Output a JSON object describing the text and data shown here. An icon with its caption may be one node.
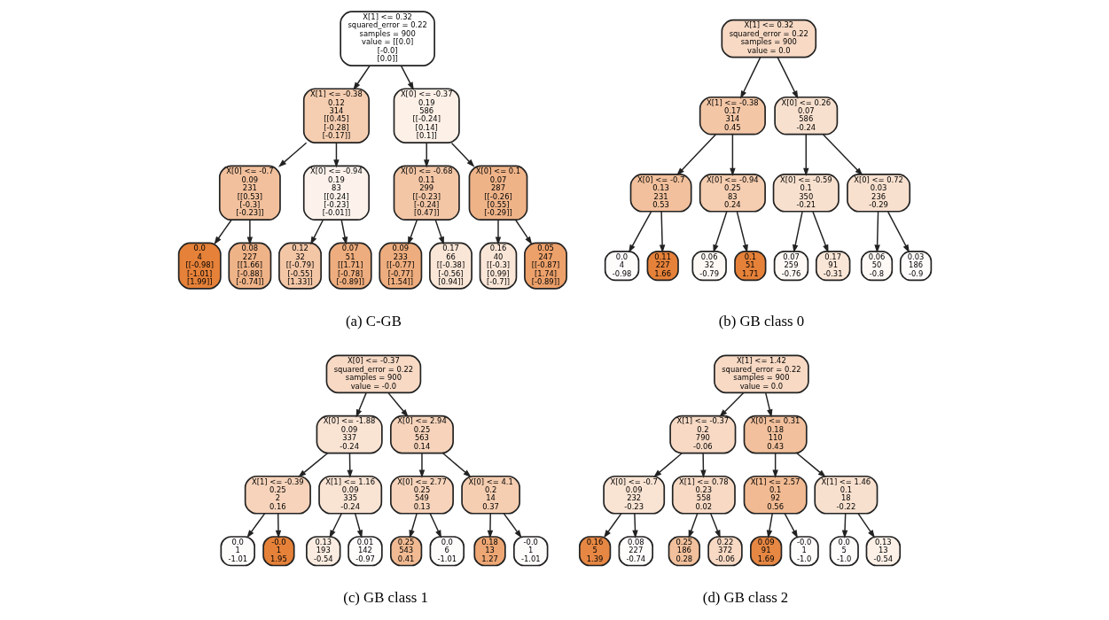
{
  "diagram": {
    "nodes": [
      {
        "text": [
          "X[1] <= 0.32",
          "squared_error = 0.22",
          "samples = 900",
          "value = [[0.0]",
          "[-0.0]",
          "[0.0]]"
        ]
      },
      {
        "text": [
          "X[1] <= -0.38",
          "0.12",
          "314",
          "[[0.45]",
          "[-0.28]",
          "[-0.17]]"
        ]
      },
      {
        "text": [
          "X[0] <= -0.37",
          "0.19",
          "586",
          "[[-0.24]",
          "[0.14]",
          "[0.1]]"
        ]
      },
      {
        "text": [
          "X[0] <= -0.7",
          "0.09",
          "231",
          "[[0.53]",
          "[-0.3]",
          "[-0.23]]"
        ]
      },
      {
        "text": [
          "X[0] <= -0.94",
          "0.19",
          "83",
          "[[0.24]",
          "[-0.23]",
          "[-0.01]]"
        ]
      },
      {
        "text": [
          "X[0] <= -0.68",
          "0.11",
          "299",
          "[[-0.23]",
          "[-0.24]",
          "[0.47]]"
        ]
      },
      {
        "text": [
          "X[0] <= 0.1",
          "0.07",
          "287",
          "[[-0.26]",
          "[0.55]",
          "[-0.29]]"
        ]
      },
      {
        "text": [
          "0.0",
          "4",
          "[[-0.98]",
          "[-1.01]",
          "[1.99]]"
        ]
      },
      {
        "text": [
          "0.08",
          "227",
          "[[1.66]",
          "[-0.88]",
          "[-0.74]]"
        ]
      },
      {
        "text": [
          "0.12",
          "32",
          "[[-0.79]",
          "[-0.55]",
          "[1.33]]"
        ]
      },
      {
        "text": [
          "0.07",
          "51",
          "[[1.71]",
          "[-0.78]",
          "[-0.89]]"
        ]
      },
      {
        "text": [
          "0.09",
          "233",
          "[[-0.77]",
          "[-0.77]",
          "[1.54]]"
        ]
      },
      {
        "text": [
          "0.17",
          "66",
          "[[-0.38]",
          "[-0.56]",
          "[0.94]]"
        ]
      },
      {
        "text": [
          "0.16",
          "40",
          "[[-0.3]",
          "[0.99]",
          "[-0.7]]"
        ]
      },
      {
        "text": [
          "0.05",
          "247",
          "[[-0.87]",
          "[1.74]",
          "[-0.89]]"
        ]
      },
      {
        "text": [
          "X[1] <= 0.32",
          "squared_error = 0.22",
          "samples = 900",
          "value = 0.0"
        ]
      },
      {
        "text": [
          "X[1] <= -0.38",
          "0.17",
          "314",
          "0.45"
        ]
      },
      {
        "text": [
          "X[0] <= 0.26",
          "0.07",
          "586",
          "-0.24"
        ]
      },
      {
        "text": [
          "X[0] <= -0.7",
          "0.13",
          "231",
          "0.53"
        ]
      },
      {
        "text": [
          "X[0] <= -0.94",
          "0.25",
          "83",
          "0.24"
        ]
      },
      {
        "text": [
          "X[0] <= -0.59",
          "0.1",
          "350",
          "-0.21"
        ]
      },
      {
        "text": [
          "X[0] <= 0.72",
          "0.03",
          "236",
          "-0.29"
        ]
      },
      {
        "text": [
          "0.0",
          "4",
          "-0.98"
        ]
      },
      {
        "text": [
          "0.11",
          "227",
          "1.66"
        ]
      },
      {
        "text": [
          "0.06",
          "32",
          "-0.79"
        ]
      },
      {
        "text": [
          "0.1",
          "51",
          "1.71"
        ]
      },
      {
        "text": [
          "0.07",
          "259",
          "-0.76"
        ]
      },
      {
        "text": [
          "0.17",
          "91",
          "-0.31"
        ]
      },
      {
        "text": [
          "0.06",
          "50",
          "-0.8"
        ]
      },
      {
        "text": [
          "0.03",
          "186",
          "-0.9"
        ]
      },
      {
        "text": [
          "X[0] <= -0.37",
          "squared_error = 0.22",
          "samples = 900",
          "value = -0.0"
        ]
      },
      {
        "text": [
          "X[0] <= -1.88",
          "0.09",
          "337",
          "-0.24"
        ]
      },
      {
        "text": [
          "X[0] <= 2.94",
          "0.25",
          "563",
          "0.14"
        ]
      },
      {
        "text": [
          "X[1] <= -0.39",
          "0.25",
          "2",
          "0.16"
        ]
      },
      {
        "text": [
          "X[1] <= 1.16",
          "0.09",
          "335",
          "-0.24"
        ]
      },
      {
        "text": [
          "X[0] <= 2.77",
          "0.25",
          "549",
          "0.13"
        ]
      },
      {
        "text": [
          "X[0] <= 4.1",
          "0.2",
          "14",
          "0.37"
        ]
      },
      {
        "text": [
          "0.0",
          "1",
          "-1.01"
        ]
      },
      {
        "text": [
          "-0.0",
          "1",
          "1.95"
        ]
      },
      {
        "text": [
          "0.13",
          "193",
          "-0.54"
        ]
      },
      {
        "text": [
          "0.01",
          "142",
          "-0.97"
        ]
      },
      {
        "text": [
          "0.25",
          "543",
          "0.41"
        ]
      },
      {
        "text": [
          "0.0",
          "6",
          "-1.01"
        ]
      },
      {
        "text": [
          "0.18",
          "13",
          "1.27"
        ]
      },
      {
        "text": [
          "-0.0",
          "1",
          "-1.01"
        ]
      },
      {
        "text": [
          "X[1] <= 1.42",
          "squared_error = 0.22",
          "samples = 900",
          "value = 0.0"
        ]
      },
      {
        "text": [
          "X[1] <= -0.37",
          "0.2",
          "790",
          "-0.06"
        ]
      },
      {
        "text": [
          "X[0] <= 0.31",
          "0.18",
          "110",
          "0.43"
        ]
      },
      {
        "text": [
          "X[0] <= -0.7",
          "0.09",
          "232",
          "-0.23"
        ]
      },
      {
        "text": [
          "X[1] <= 0.78",
          "0.23",
          "558",
          "0.02"
        ]
      },
      {
        "text": [
          "X[1] <= 2.57",
          "0.1",
          "92",
          "0.56"
        ]
      },
      {
        "text": [
          "X[1] <= 1.46",
          "0.1",
          "18",
          "-0.22"
        ]
      },
      {
        "text": [
          "0.16",
          "5",
          "1.39"
        ]
      },
      {
        "text": [
          "0.08",
          "227",
          "-0.74"
        ]
      },
      {
        "text": [
          "0.25",
          "186",
          "0.28"
        ]
      },
      {
        "text": [
          "0.22",
          "372",
          "-0.06"
        ]
      },
      {
        "text": [
          "0.09",
          "91",
          "1.69"
        ]
      },
      {
        "text": [
          "-0.0",
          "1",
          "-1.0"
        ]
      },
      {
        "text": [
          "0.0",
          "5",
          "-1.0"
        ]
      },
      {
        "text": [
          "0.13",
          "13",
          "-0.54"
        ]
      }
    ],
    "edges": [
      {
        "from": 0,
        "to": 1,
        "arrow": "to"
      },
      {
        "from": 0,
        "to": 2,
        "arrow": "to"
      },
      {
        "from": 1,
        "to": 3,
        "arrow": "to"
      },
      {
        "from": 1,
        "to": 4,
        "arrow": "to"
      },
      {
        "from": 2,
        "to": 5,
        "arrow": "to"
      },
      {
        "from": 2,
        "to": 6,
        "arrow": "to"
      },
      {
        "from": 3,
        "to": 7,
        "arrow": "to"
      },
      {
        "from": 3,
        "to": 8,
        "arrow": "to"
      },
      {
        "from": 4,
        "to": 9,
        "arrow": "to"
      },
      {
        "from": 4,
        "to": 10,
        "arrow": "to"
      },
      {
        "from": 5,
        "to": 11,
        "arrow": "to"
      },
      {
        "from": 5,
        "to": 12,
        "arrow": "to"
      },
      {
        "from": 6,
        "to": 13,
        "arrow": "to"
      },
      {
        "from": 6,
        "to": 14,
        "arrow": "to"
      },
      {
        "from": 15,
        "to": 16,
        "arrow": "to"
      },
      {
        "from": 15,
        "to": 17,
        "arrow": "to"
      },
      {
        "from": 16,
        "to": 18,
        "arrow": "to"
      },
      {
        "from": 16,
        "to": 19,
        "arrow": "to"
      },
      {
        "from": 17,
        "to": 20,
        "arrow": "to"
      },
      {
        "from": 17,
        "to": 21,
        "arrow": "to"
      },
      {
        "from": 18,
        "to": 22,
        "arrow": "to"
      },
      {
        "from": 18,
        "to": 23,
        "arrow": "to"
      },
      {
        "from": 19,
        "to": 24,
        "arrow": "to"
      },
      {
        "from": 19,
        "to": 25,
        "arrow": "to"
      },
      {
        "from": 20,
        "to": 26,
        "arrow": "to"
      },
      {
        "from": 20,
        "to": 27,
        "arrow": "to"
      },
      {
        "from": 21,
        "to": 28,
        "arrow": "to"
      },
      {
        "from": 21,
        "to": 29,
        "arrow": "to"
      },
      {
        "from": 30,
        "to": 31,
        "arrow": "to"
      },
      {
        "from": 30,
        "to": 32,
        "arrow": "to"
      },
      {
        "from": 31,
        "to": 33,
        "arrow": "to"
      },
      {
        "from": 31,
        "to": 34,
        "arrow": "to"
      },
      {
        "from": 32,
        "to": 35,
        "arrow": "to"
      },
      {
        "from": 32,
        "to": 36,
        "arrow": "to"
      },
      {
        "from": 33,
        "to": 37,
        "arrow": "to"
      },
      {
        "from": 33,
        "to": 38,
        "arrow": "to"
      },
      {
        "from": 34,
        "to": 39,
        "arrow": "to"
      },
      {
        "from": 34,
        "to": 40,
        "arrow": "to"
      },
      {
        "from": 35,
        "to": 41,
        "arrow": "to"
      },
      {
        "from": 35,
        "to": 42,
        "arrow": "to"
      },
      {
        "from": 36,
        "to": 43,
        "arrow": "to"
      },
      {
        "from": 36,
        "to": 44,
        "arrow": "to"
      },
      {
        "from": 45,
        "to": 46,
        "arrow": "to"
      },
      {
        "from": 45,
        "to": 47,
        "arrow": "to"
      },
      {
        "from": 46,
        "to": 48,
        "arrow": "to"
      },
      {
        "from": 46,
        "to": 49,
        "arrow": "to"
      },
      {
        "from": 47,
        "to": 50,
        "arrow": "to"
      },
      {
        "from": 47,
        "to": 51,
        "arrow": "to"
      },
      {
        "from": 48,
        "to": 52,
        "arrow": "to"
      },
      {
        "from": 48,
        "to": 53,
        "arrow": "to"
      },
      {
        "from": 49,
        "to": 54,
        "arrow": "to"
      },
      {
        "from": 49,
        "to": 55,
        "arrow": "to"
      },
      {
        "from": 50,
        "to": 56,
        "arrow": "to"
      },
      {
        "from": 50,
        "to": 57,
        "arrow": "to"
      },
      {
        "from": 51,
        "to": 58,
        "arrow": "to"
      },
      {
        "from": 51,
        "to": 59,
        "arrow": "to"
      }
    ],
    "labels": [
      "(a) C-GB",
      "(b) GB class 0",
      "(c) GB class 1",
      "(d) GB class 2"
    ]
  }
}
